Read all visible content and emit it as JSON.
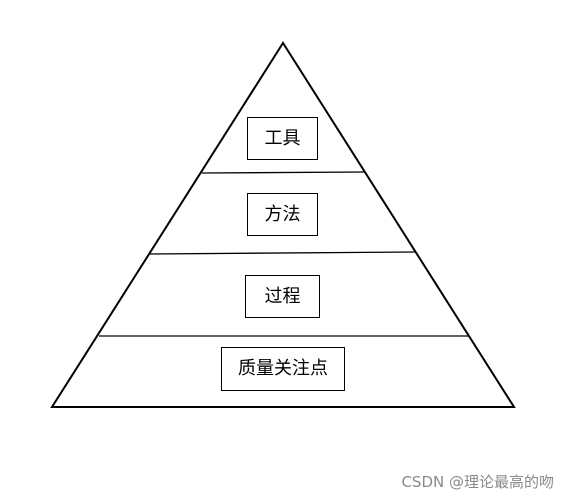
{
  "diagram": {
    "layers": [
      {
        "label": "工具"
      },
      {
        "label": "方法"
      },
      {
        "label": "过程"
      },
      {
        "label": "质量关注点"
      }
    ]
  },
  "watermark": "CSDN @理论最高的吻",
  "colors": {
    "stroke": "#000000",
    "background": "#ffffff",
    "watermark": "#8a8a8a"
  }
}
